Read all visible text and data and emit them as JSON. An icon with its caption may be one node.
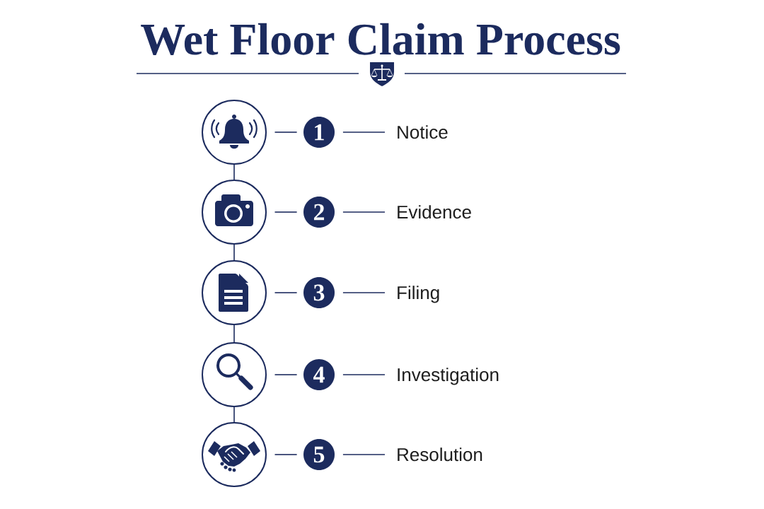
{
  "diagram": {
    "title": "Wet Floor Claim Process",
    "nodes": [
      {
        "text": [],
        "shape": "circle"
      },
      {
        "text": [
          "1"
        ]
      },
      {
        "text": [
          "Notice"
        ]
      },
      {
        "text": [],
        "shape": "circle"
      },
      {
        "text": [
          "2"
        ]
      },
      {
        "text": [
          "Evidence"
        ]
      },
      {
        "text": [],
        "shape": "circle"
      },
      {
        "text": [
          "3"
        ]
      },
      {
        "text": [
          "Filing"
        ]
      },
      {
        "text": [],
        "shape": "circle"
      },
      {
        "text": [
          "4"
        ]
      },
      {
        "text": [
          "Investigation"
        ]
      },
      {
        "text": [],
        "shape": "circle"
      },
      {
        "text": [
          "5"
        ]
      },
      {
        "text": [
          "Resolution"
        ]
      }
    ],
    "edges": [
      {
        "from": 0,
        "to": 1,
        "arrow": "none"
      },
      {
        "from": 1,
        "to": 2,
        "arrow": "none"
      },
      {
        "from": 0,
        "to": 3,
        "arrow": "none"
      },
      {
        "from": 3,
        "to": 4,
        "arrow": "none"
      },
      {
        "from": 4,
        "to": 5,
        "arrow": "none"
      },
      {
        "from": 3,
        "to": 6,
        "arrow": "none"
      },
      {
        "from": 6,
        "to": 7,
        "arrow": "none"
      },
      {
        "from": 7,
        "to": 8,
        "arrow": "none"
      },
      {
        "from": 6,
        "to": 9,
        "arrow": "none"
      },
      {
        "from": 9,
        "to": 10,
        "arrow": "none"
      },
      {
        "from": 10,
        "to": 11,
        "arrow": "none"
      },
      {
        "from": 9,
        "to": 12,
        "arrow": "none"
      },
      {
        "from": 12,
        "to": 13,
        "arrow": "none"
      },
      {
        "from": 13,
        "to": 14,
        "arrow": "none"
      }
    ]
  }
}
